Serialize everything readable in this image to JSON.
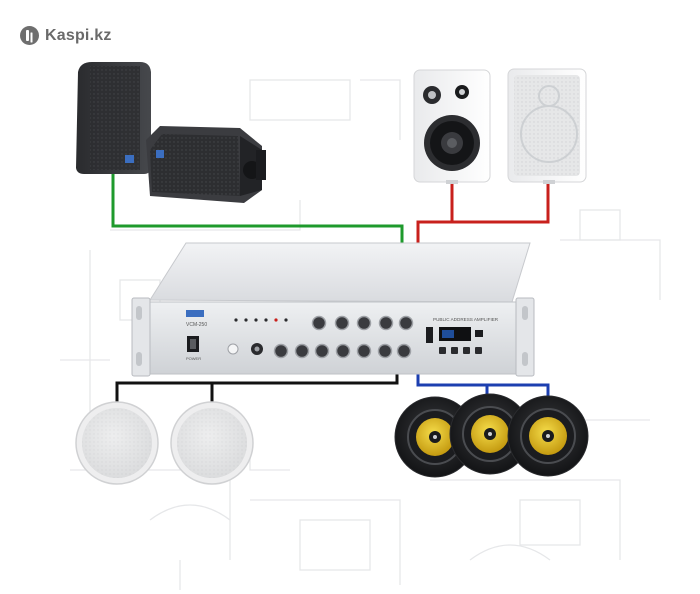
{
  "branding": {
    "logo_text": "Kaspi.kz",
    "logo_icon": "kaspi-logo-icon"
  },
  "amplifier": {
    "panel_label": "PUBLIC ADDRESS AMPLIFIER",
    "model_label": "VCM-250",
    "power_label": "POWER"
  },
  "colors": {
    "background": "#ffffff",
    "wire_green": "#1e9a2c",
    "wire_red": "#c8201c",
    "wire_blue": "#1c3fb0",
    "wire_black": "#111111",
    "accent_yellow": "#e8c21a"
  }
}
